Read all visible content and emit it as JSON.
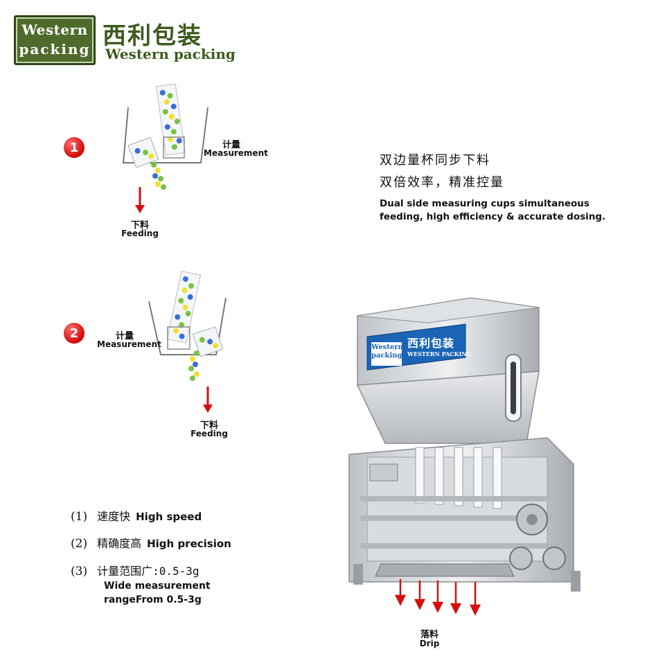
{
  "logo": {
    "badge_line1": "Western",
    "badge_line2": "packing",
    "brand_cn": "西利包装",
    "brand_en": "Western packing"
  },
  "steps": [
    {
      "number": "1",
      "measure_cn": "计量",
      "measure_en": "Measurement",
      "feed_cn": "下料",
      "feed_en": "Feeding"
    },
    {
      "number": "2",
      "measure_cn": "计量",
      "measure_en": "Measurement",
      "feed_cn": "下料",
      "feed_en": "Feeding"
    }
  ],
  "description": {
    "line1_cn": "双边量杯同步下料",
    "line2_cn": "双倍效率，精准控量",
    "en_line1": "Dual side measuring cups simultaneous",
    "en_line2": "feeding, high efficiency & accurate dosing."
  },
  "features": [
    {
      "num": "(1)",
      "cn": "速度快",
      "en": "High speed"
    },
    {
      "num": "(2)",
      "cn": "精确度高",
      "en": "High precision"
    },
    {
      "num": "(3)",
      "cn": "计量范围广:0.5-3g",
      "en_line1": "Wide measurement",
      "en_line2": "rangeFrom 0.5-3g"
    }
  ],
  "machine": {
    "panel_badge_line1": "Western",
    "panel_badge_line2": "packing",
    "panel_cn": "西利包装",
    "panel_en": "WESTERN PACKING",
    "drip_cn": "落料",
    "drip_en": "Drip"
  },
  "colors": {
    "brand_green": "#4f6b2c",
    "accent_red": "#d50f0f",
    "panel_blue": "#1b64b6",
    "steel": "#c9ccd0"
  }
}
